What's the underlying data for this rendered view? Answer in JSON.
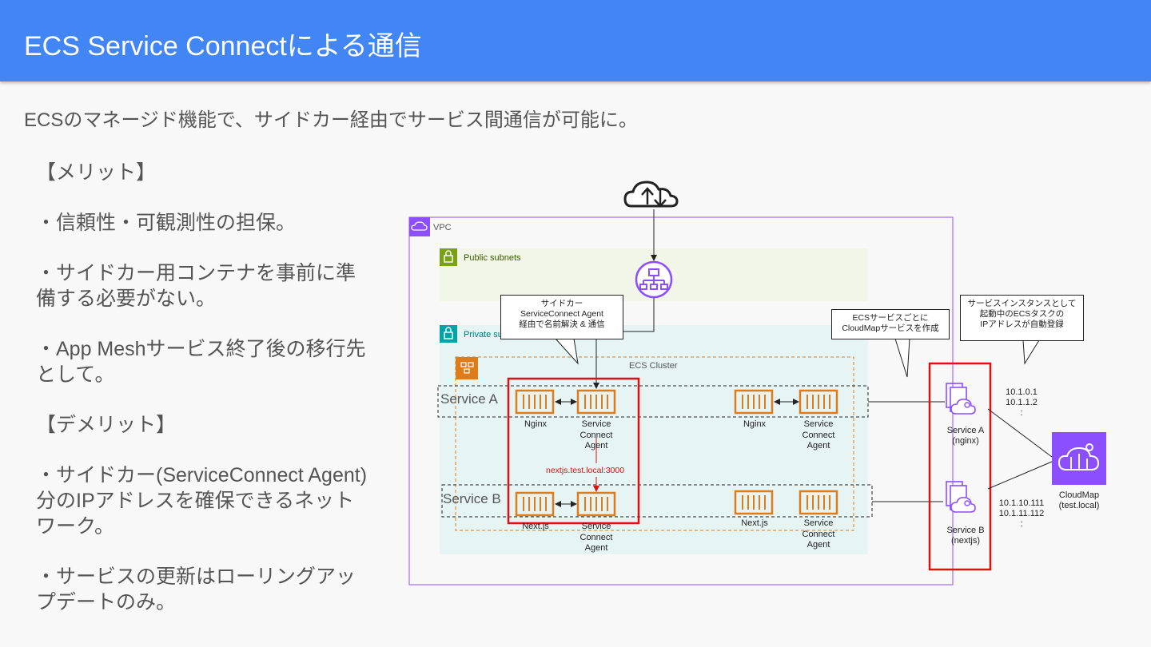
{
  "header": {
    "title": "ECS Service Connectによる通信"
  },
  "subtitle": "ECSのマネージド機能で、サイドカー経由でサービス間通信が可能に。",
  "bullets": {
    "merit_heading": "【メリット】",
    "merit_1": "・信頼性・可観測性の担保。",
    "merit_2": "・サイドカー用コンテナを事前に準備する必要がない。",
    "merit_3": "・App Meshサービス終了後の移行先として。",
    "demerit_heading": "【デメリット】",
    "demerit_1": "・サイドカー(ServiceConnect Agent)分のIPアドレスを確保できるネットワーク。",
    "demerit_2": "・サービスの更新はローリングアップデートのみ。"
  },
  "diagram": {
    "vpc_label": "VPC",
    "public_subnets_label": "Public subnets",
    "private_subnets_label": "Private su",
    "ecs_cluster_label": "ECS Cluster",
    "service_a_label": "Service A",
    "service_b_label": "Service B",
    "nginx_label": "Nginx",
    "nextjs_label": "Next.js",
    "agent_line1": "Service",
    "agent_line2": "Connect",
    "agent_line3": "Agent",
    "dns_name": "nextjs.test.local:3000",
    "callout_sidecar": [
      "サイドカー",
      "ServiceConnect Agent",
      "経由で名前解決 & 通信"
    ],
    "callout_cloudmap_service": [
      "ECSサービスごとに",
      "CloudMapサービスを作成"
    ],
    "callout_instance": [
      "サービスインスタンスとして",
      "起動中のECSタスクの",
      "IPアドレスが自動登録"
    ],
    "cm_service_a": [
      "Service A",
      "(nginx)"
    ],
    "cm_service_b": [
      "Service B",
      "(nextjs)"
    ],
    "ips_a": [
      "10.1.0.1",
      "10.1.1.2",
      ":"
    ],
    "ips_b": [
      "10.1.10.111",
      "10.1.11.112",
      ":"
    ],
    "cloudmap_label": [
      "CloudMap",
      "(test.local)"
    ],
    "colors": {
      "header": "#4285f4",
      "highlight": "#dd1111",
      "container": "#e07b1a",
      "purple": "#8c4fff",
      "vpc": "#8c4fff",
      "public_subnet": "#7aa116",
      "private_subnet": "#00a4a6"
    }
  }
}
